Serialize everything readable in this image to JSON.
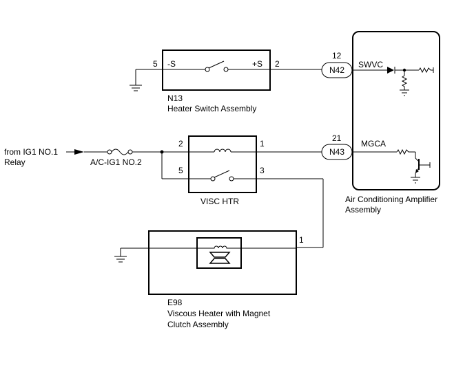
{
  "heater_switch": {
    "code": "N13",
    "name": "Heater Switch Assembly",
    "pin_left_num": "5",
    "pin_left_label": "-S",
    "pin_right_label": "+S",
    "pin_right_num": "2"
  },
  "connector_n42": {
    "pin": "12",
    "code": "N42"
  },
  "connector_n43": {
    "pin": "21",
    "code": "N43"
  },
  "amplifier": {
    "name_line1": "Air Conditioning Amplifier",
    "name_line2": "Assembly",
    "signal_1": "SWVC",
    "signal_2": "MGCA"
  },
  "source": {
    "line1": "from IG1 NO.1",
    "line2": "Relay"
  },
  "fuse": {
    "label": "A/C-IG1 NO.2"
  },
  "visc_relay": {
    "name": "VISC HTR",
    "pin_coil_in": "2",
    "pin_coil_out": "1",
    "pin_sw_in": "5",
    "pin_sw_out": "3"
  },
  "viscous_heater": {
    "code": "E98",
    "name_line1": "Viscous Heater with Magnet",
    "name_line2": "Clutch Assembly",
    "pin": "1"
  },
  "icons": [
    "ground-icon",
    "switch-icon",
    "coil-icon",
    "diode-icon",
    "resistor-icon",
    "transistor-icon",
    "fuse-icon",
    "clutch-icon"
  ]
}
